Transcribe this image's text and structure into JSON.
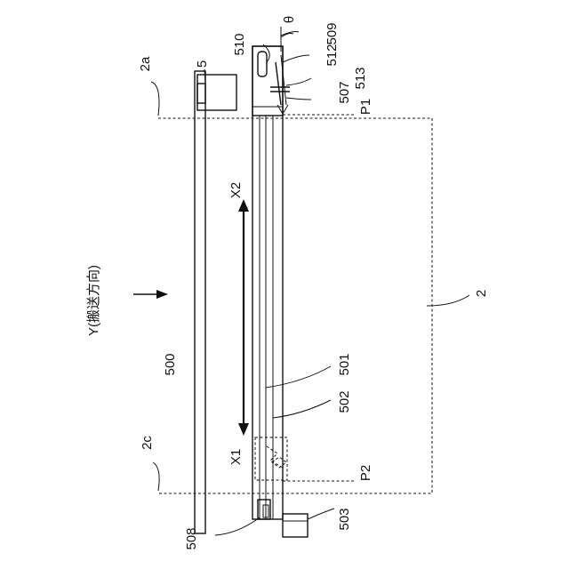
{
  "labels": {
    "direction": "Y(搬送方向)",
    "x1": "X1",
    "x2": "X2",
    "ref_2": "2",
    "ref_2a": "2a",
    "ref_2c": "2c",
    "ref_5": "5",
    "ref_500": "500",
    "ref_501": "501",
    "ref_502": "502",
    "ref_503": "503",
    "ref_507": "507",
    "ref_508": "508",
    "ref_509": "509",
    "ref_510": "510",
    "ref_512": "512",
    "ref_513": "513",
    "p1": "P1",
    "p2": "P2",
    "theta": "θ"
  }
}
